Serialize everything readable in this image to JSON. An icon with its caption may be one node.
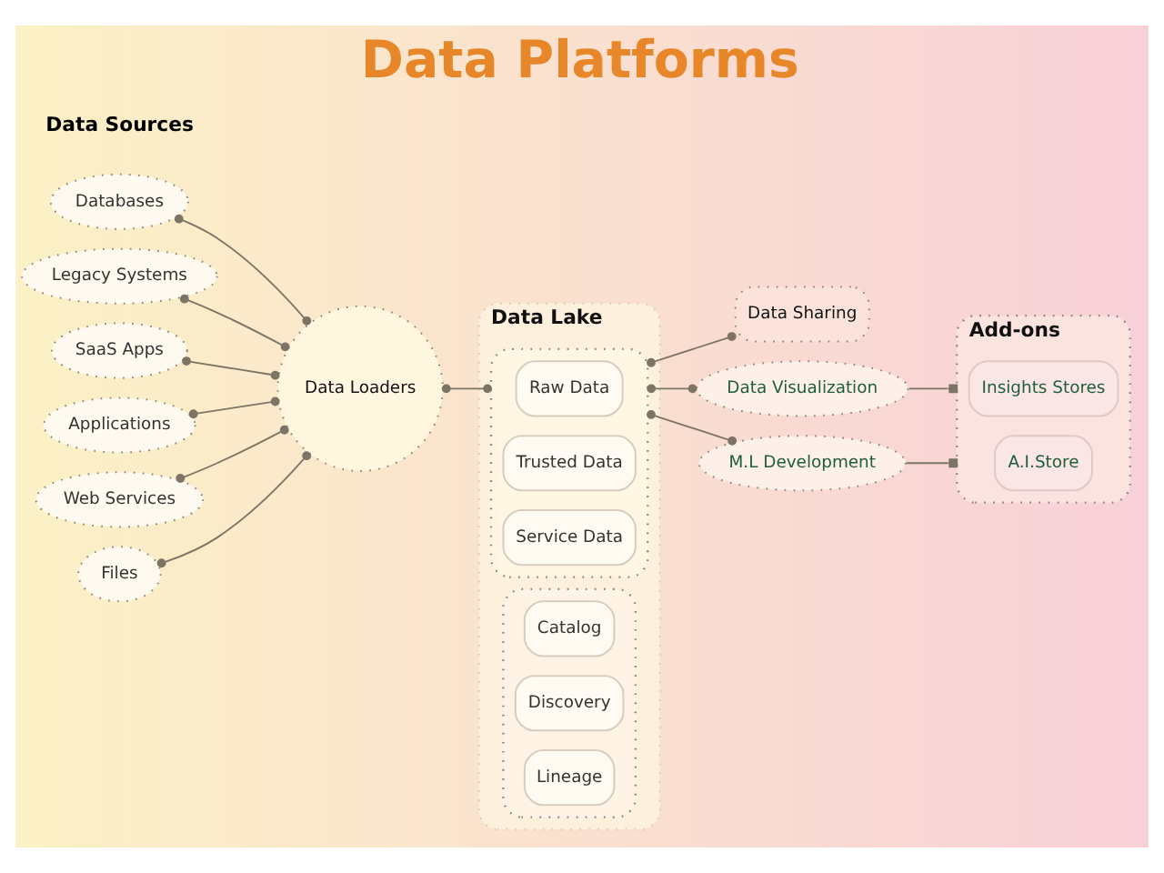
{
  "diagram": {
    "title": "Data Platforms",
    "nodes": [
      {
        "text": [
          "Databases"
        ]
      },
      {
        "text": [
          "Legacy Systems"
        ]
      },
      {
        "text": [
          "SaaS Apps"
        ]
      },
      {
        "text": [
          "Applications"
        ]
      },
      {
        "text": [
          "Web Services"
        ]
      },
      {
        "text": [
          "Files"
        ]
      },
      {
        "text": [
          "Data Loaders"
        ]
      },
      {
        "text": [
          "Data Lake"
        ]
      },
      {
        "text": [],
        "shape": "box",
        "in": 7
      },
      {
        "text": [
          "Raw Data"
        ],
        "in": 8
      },
      {
        "text": [
          "Trusted Data"
        ],
        "in": 8
      },
      {
        "text": [
          "Service Data"
        ],
        "in": 8
      },
      {
        "text": [],
        "shape": "box",
        "in": 7
      },
      {
        "text": [
          "Catalog"
        ],
        "in": 12
      },
      {
        "text": [
          "Discovery"
        ],
        "in": 12
      },
      {
        "text": [
          "Lineage"
        ],
        "in": 12
      },
      {
        "text": [
          "Data Sharing"
        ]
      },
      {
        "text": [
          "Data Visualization"
        ]
      },
      {
        "text": [
          "Add-ons"
        ]
      },
      {
        "text": [
          "Insights Stores"
        ],
        "in": 18
      },
      {
        "text": [
          "A.I.Store"
        ],
        "in": 18
      },
      {
        "text": [
          "M.L Development"
        ]
      }
    ],
    "edges": [
      {
        "from": 0,
        "to": 6,
        "arrow": "other"
      },
      {
        "from": 1,
        "to": 6,
        "arrow": "other"
      },
      {
        "from": 2,
        "to": 6,
        "arrow": "other"
      },
      {
        "from": 3,
        "to": 6,
        "arrow": "other"
      },
      {
        "from": 4,
        "to": 6,
        "arrow": "other"
      },
      {
        "from": 5,
        "to": 6,
        "arrow": "other"
      },
      {
        "from": 6,
        "to": 8,
        "arrow": "other"
      },
      {
        "from": 8,
        "to": 16,
        "arrow": "other"
      },
      {
        "from": 8,
        "to": 17,
        "arrow": "other"
      },
      {
        "from": 8,
        "to": 21,
        "arrow": "other"
      },
      {
        "from": 17,
        "to": 18,
        "arrow": "other"
      },
      {
        "from": 21,
        "to": 18,
        "arrow": "other"
      }
    ],
    "labels": [
      "Data Sources"
    ]
  }
}
